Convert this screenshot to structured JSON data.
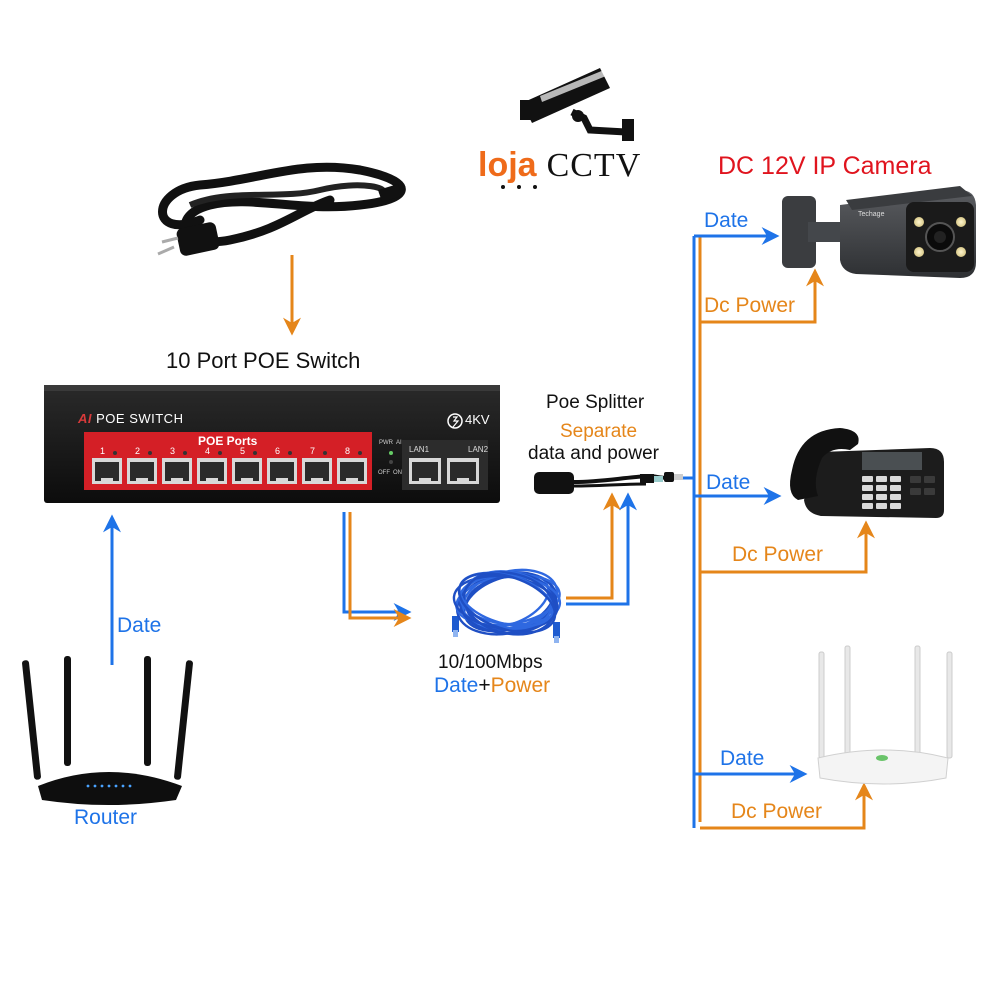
{
  "brand": {
    "part1": "loja",
    "part2": "CCTV"
  },
  "title": "DC 12V IP Camera",
  "switch": {
    "caption": "10 Port POE Switch",
    "model_prefix": "AI",
    "model": "POE SWITCH",
    "surge": "4KV",
    "ports_header": "POE Ports",
    "port_numbers": [
      "1",
      "2",
      "3",
      "4",
      "5",
      "6",
      "7",
      "8"
    ],
    "lan_labels": [
      "LAN1",
      "LAN2"
    ],
    "switch_labels": {
      "pwr": "PWR",
      "ai": "AI",
      "off": "OFF",
      "on": "ON"
    }
  },
  "splitter": {
    "title": "Poe Splitter",
    "line1": "Separate",
    "line2": "data and power"
  },
  "cable": {
    "speed": "10/100Mbps",
    "date": "Date",
    "plus": "+",
    "power": "Power"
  },
  "router": {
    "label": "Router",
    "link": "Date"
  },
  "devices": {
    "camera": {
      "data": "Date",
      "power": "Dc Power",
      "brand": "Techage"
    },
    "phone": {
      "data": "Date",
      "power": "Dc Power"
    },
    "wifi": {
      "data": "Date",
      "power": "Dc Power"
    }
  },
  "colors": {
    "data": "#1e73e8",
    "power": "#e5861a",
    "title": "#e0141e"
  }
}
